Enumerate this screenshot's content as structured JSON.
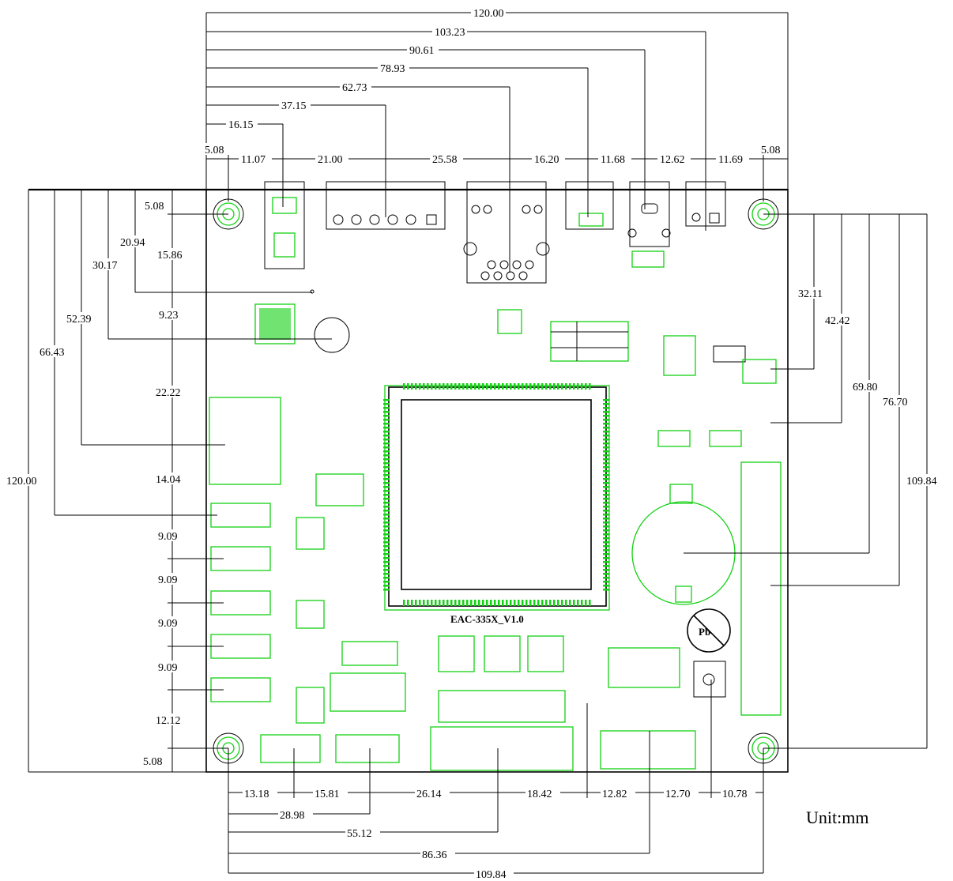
{
  "board_label": "EAC-335X_V1.0",
  "unit_label": "Unit:mm",
  "top_dims": [
    "120.00",
    "103.23",
    "90.61",
    "78.93",
    "62.73",
    "37.15",
    "16.15"
  ],
  "top_chain": [
    "5.08",
    "11.07",
    "21.00",
    "25.58",
    "16.20",
    "11.68",
    "12.62",
    "11.69",
    "5.08"
  ],
  "left_dims": [
    "120.00",
    "66.43",
    "52.39",
    "30.17",
    "20.94"
  ],
  "left_chain": [
    "5.08",
    "15.86",
    "9.23",
    "22.22",
    "14.04",
    "9.09",
    "9.09",
    "9.09",
    "9.09",
    "12.12",
    "5.08"
  ],
  "right_dims": [
    "32.11",
    "42.42",
    "69.80",
    "76.70",
    "109.84"
  ],
  "bottom_chain": [
    "13.18",
    "15.81",
    "26.14",
    "18.42",
    "12.82",
    "12.70",
    "10.78"
  ],
  "bottom_dims": [
    "28.98",
    "55.12",
    "86.36",
    "109.84"
  ],
  "colors": {
    "silkscreen": "#13d113",
    "outline": "#000000",
    "background": "#ffffff"
  }
}
